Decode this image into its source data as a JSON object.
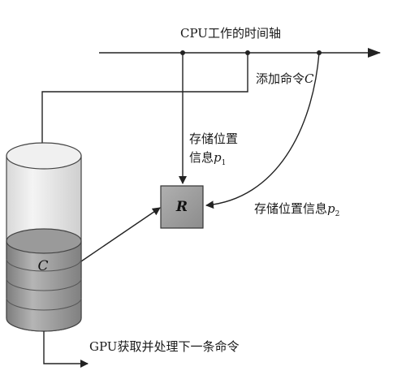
{
  "timeline": {
    "title": "CPU工作的时间轴"
  },
  "add_command": {
    "text": "添加命令",
    "var": "C"
  },
  "storage_info_1": {
    "line1": "存储位置",
    "line2": "信息",
    "var": "p",
    "sub": "1"
  },
  "storage_info_2": {
    "text": "存储位置信息",
    "var": "p",
    "sub": "2"
  },
  "register": {
    "label": "R"
  },
  "buffer": {
    "label": "C"
  },
  "gpu": {
    "text": "GPU获取并处理下一条命令"
  }
}
